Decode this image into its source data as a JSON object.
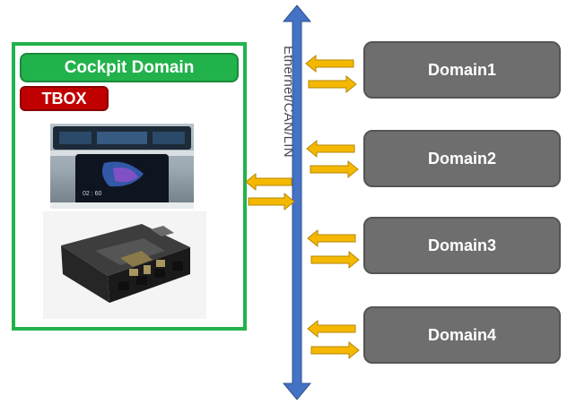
{
  "cockpit": {
    "title": "Cockpit Domain",
    "badge": "TBOX"
  },
  "bus": {
    "label": "Ethernet/CAN/LIN"
  },
  "domains": [
    {
      "label": "Domain1"
    },
    {
      "label": "Domain2"
    },
    {
      "label": "Domain3"
    },
    {
      "label": "Domain4"
    }
  ],
  "colors": {
    "cockpit_green": "#22b24c",
    "tbox_red": "#c00000",
    "bus_blue": "#4472c4",
    "arrow_yellow": "#f5b800",
    "domain_gray": "#6e6e6e"
  }
}
